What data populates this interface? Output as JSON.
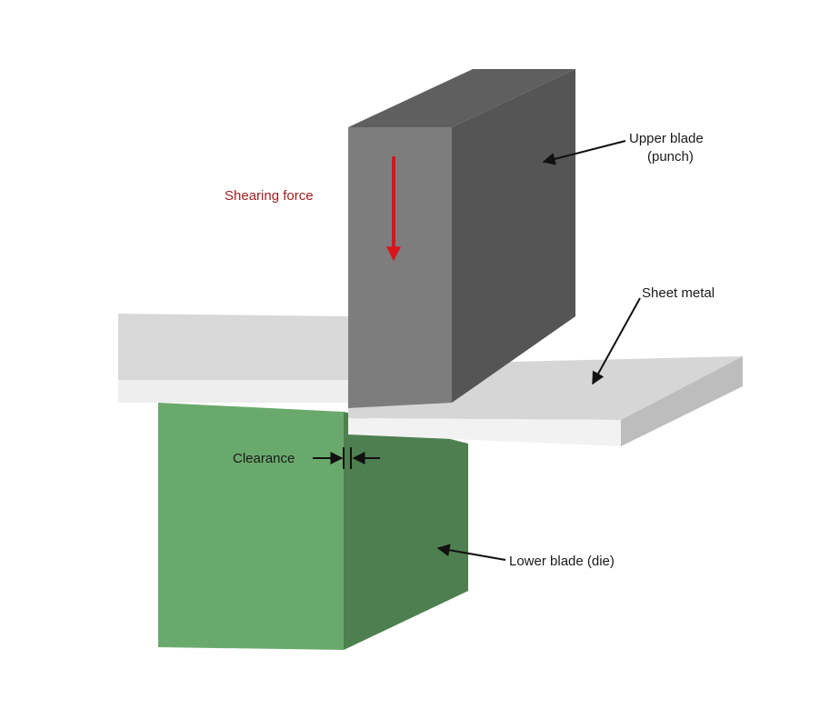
{
  "labels": {
    "upper_blade_line1": "Upper blade",
    "upper_blade_line2": "(punch)",
    "shearing_force": "Shearing force",
    "sheet_metal": "Sheet metal",
    "clearance": "Clearance",
    "lower_blade": "Lower blade (die)"
  },
  "colors": {
    "punch_front": "#7d7d7d",
    "punch_top": "#5f5f5f",
    "punch_side": "#555555",
    "sheet_top": "#d8d8d8",
    "sheet_side": "#f2f2f2",
    "die_front": "#6aa96c",
    "die_side": "#4e7f50",
    "force_arrow": "#d9161b",
    "force_text": "#a11d1d"
  }
}
